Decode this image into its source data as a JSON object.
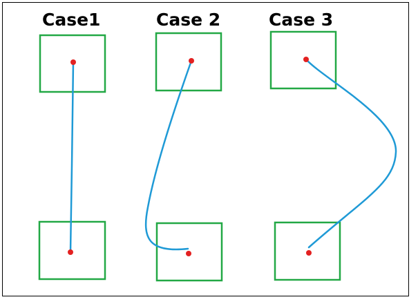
{
  "cases": [
    {
      "title": "Case1"
    },
    {
      "title": "Case 2"
    },
    {
      "title": "Case 3"
    }
  ],
  "colors": {
    "box": "#22a845",
    "wire": "#1f9ad6",
    "dot": "#e32121",
    "frame": "#000000",
    "text": "#000000"
  }
}
